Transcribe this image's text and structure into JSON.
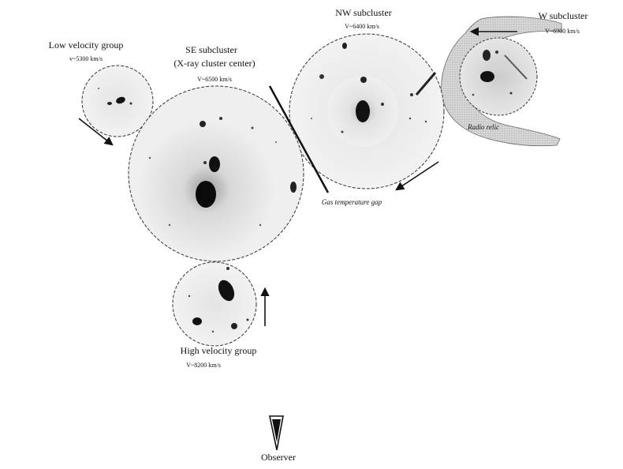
{
  "labels": {
    "low_velocity": {
      "name": "Low velocity group",
      "velocity": "v~5300 km/s"
    },
    "se": {
      "name": "SE subcluster",
      "sub": "(X-ray cluster center)",
      "velocity": "V~6500 km/s"
    },
    "nw": {
      "name": "NW subcluster",
      "velocity": "V~6400 km/s"
    },
    "w": {
      "name": "W subcluster",
      "velocity": "V~6900 km/s"
    },
    "high_velocity": {
      "name": "High velocity group",
      "velocity": "V~8200 km/s"
    },
    "gap": "Gas temperature gap",
    "relic": "Radio relic",
    "observer": "Observer"
  },
  "colors": {
    "halo": "#d2d2d2",
    "galaxy": "#111111",
    "relic_fill": "#cfcfcf",
    "text": "#111111"
  }
}
